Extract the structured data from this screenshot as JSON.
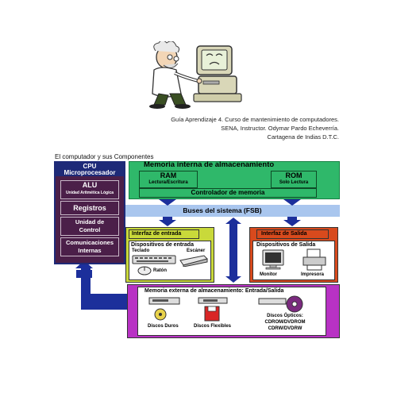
{
  "header": {
    "credit_line_1": "Guía Aprendizaje 4. Curso de mantenimiento de computadores.",
    "credit_line_2": "SENA, Instructor. Odymar Pardo Echeverría.",
    "credit_line_3": "Cartagena de Indias D.T.C."
  },
  "diagram": {
    "title": "El computador y sus Componentes",
    "cpu": {
      "title_1": "CPU",
      "title_2": "Microprocesador",
      "alu": "ALU",
      "alu_sub": "Unidad Aritmética Lógica",
      "registros": "Registros",
      "control": "Unidad de Control",
      "comms": "Comunicaciones Internas"
    },
    "internal_memory": {
      "title": "Memoria interna de almacenamiento",
      "ram": "RAM",
      "ram_sub": "Lectura/Escritura",
      "rom": "ROM",
      "rom_sub": "Solo Lectura",
      "controller": "Controlador de memoria"
    },
    "bus": "Buses del sistema (FSB)",
    "input": {
      "title": "Interfaz de entrada",
      "devices": "Dispositivos de entrada",
      "keyboard": "Teclado",
      "scanner": "Escáner",
      "mouse": "Ratón"
    },
    "output": {
      "title": "Interfaz de Salida",
      "devices": "Dispositivos de Salida",
      "monitor": "Monitor",
      "printer": "Impresora"
    },
    "external_memory": {
      "title": "Memoria externa de almacenamiento: Entrada/Salida",
      "hdd": "Discos Duros",
      "floppy": "Discos Flexibles",
      "optical_1": "Discos Ópticos:",
      "optical_2": "CDROM/DVDROM",
      "optical_3": "CDRW/DVDRW"
    }
  },
  "colors": {
    "cpu_bg": "#4b1f49",
    "cpu_border": "#1e2a78",
    "bus_bg": "#a9c6ee",
    "mem_bg": "#2fb86a",
    "input_bg": "#c9d93a",
    "output_bg": "#d84a1d",
    "ext_bg": "#b832c4",
    "arrow_blue": "#1c2f9b"
  },
  "icons": {
    "illustration": "technician-repairing-computer-icon",
    "keyboard": "keyboard-icon",
    "scanner": "scanner-icon",
    "mouse": "mouse-icon",
    "monitor": "monitor-icon",
    "printer": "printer-icon",
    "hdd": "hard-disk-icon",
    "floppy": "floppy-disk-icon",
    "optical": "optical-disc-icon"
  }
}
